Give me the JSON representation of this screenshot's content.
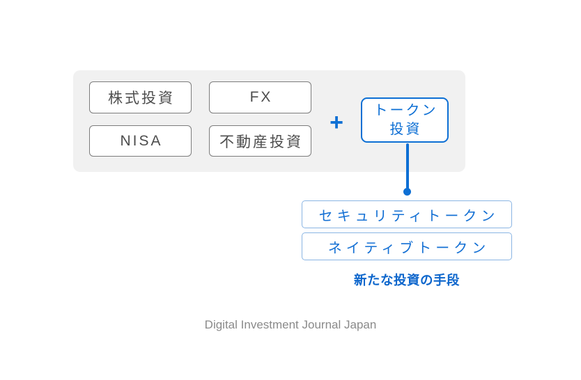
{
  "panel": {
    "items": [
      {
        "label": "株式投資"
      },
      {
        "label": "FX"
      },
      {
        "label": "NISA"
      },
      {
        "label": "不動産投資"
      }
    ]
  },
  "plus": "+",
  "token_box": {
    "line1": "トークン",
    "line2": "投資"
  },
  "token_types": [
    {
      "label": "セキュリティトークン"
    },
    {
      "label": "ネイティブトークン"
    }
  ],
  "caption": "新たな投資の手段",
  "footer": "Digital Investment Journal Japan",
  "colors": {
    "accent_blue": "#0d6fd4",
    "token_type_border": "#8ab5e3",
    "panel_bg": "#f1f1f1",
    "gray_box_border": "#7c7c7c",
    "gray_box_text": "#4d4d4d",
    "footer_text": "#8a8a8a"
  }
}
